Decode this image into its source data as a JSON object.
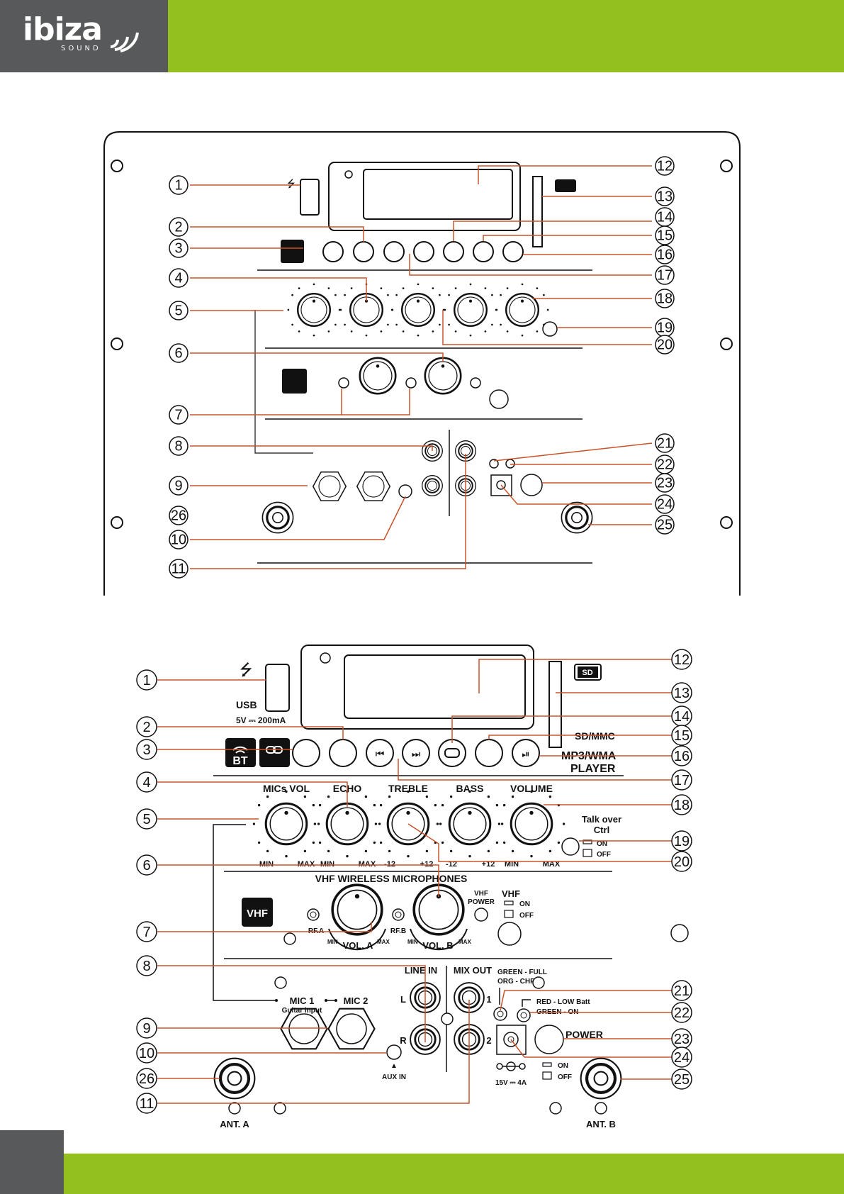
{
  "brand": {
    "name": "ibiza",
    "sub": "SOUND"
  },
  "colors": {
    "accent_green": "#93c01f",
    "dark_grey": "#58595b",
    "callout_line": "#c8532a"
  },
  "callouts_left": [
    "1",
    "2",
    "3",
    "4",
    "5",
    "6",
    "7",
    "8",
    "9",
    "26",
    "10",
    "11"
  ],
  "callouts_right": [
    "12",
    "13",
    "14",
    "15",
    "16",
    "17",
    "18",
    "19",
    "20",
    "21",
    "22",
    "23",
    "24",
    "25"
  ],
  "panel": {
    "usb_label": "USB",
    "usb_spec": "5V ⎓ 200mA",
    "bt_label": "BT",
    "sd_label": "SD",
    "sd_mmc": "SD/MMC",
    "player_line1": "MP3/WMA",
    "player_line2": "PLAYER",
    "knobs": [
      "MICs VOL",
      "ECHO",
      "TREBLE",
      "BASS",
      "VOLUME"
    ],
    "scale": [
      "MIN",
      "MAX",
      "MIN",
      "MAX",
      "-12",
      "+12",
      "-12",
      "+12",
      "MIN",
      "MAX"
    ],
    "talk_over_1": "Talk over",
    "talk_over_2": "Ctrl",
    "on": "ON",
    "off": "OFF",
    "vhf_title": "VHF WIRELESS MICROPHONES",
    "vhf_badge": "VHF",
    "vhf_power_1": "VHF",
    "vhf_power_2": "POWER",
    "vhf_switch": "VHF",
    "rf_a": "RF.A",
    "rf_b": "RF.B",
    "vol_a": "VOL. A",
    "vol_b": "VOL. B",
    "min": "MIN",
    "max": "MAX",
    "line_in": "LINE IN",
    "mix_out": "MIX OUT",
    "l": "L",
    "r": "R",
    "one": "1",
    "two": "2",
    "green_full": "GREEN - FULL",
    "org_chrg": "ORG - CHRG",
    "red_low": "RED - LOW Batt",
    "green_on": "GREEN - ON",
    "power": "POWER",
    "mic1": "MIC 1",
    "mic2": "MIC 2",
    "guitar": "Guitar input",
    "aux_in": "AUX IN",
    "dc_spec": "15V ⎓ 4A",
    "ant_a": "ANT. A",
    "ant_b": "ANT. B"
  }
}
